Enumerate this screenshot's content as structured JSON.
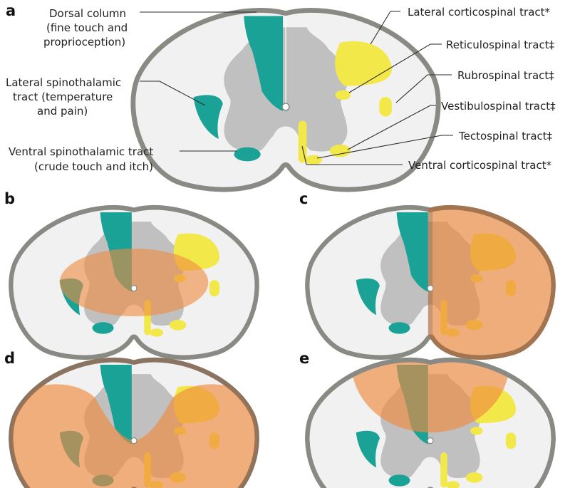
{
  "panels": [
    {
      "letter": "a"
    },
    {
      "letter": "b"
    },
    {
      "letter": "c"
    },
    {
      "letter": "d"
    },
    {
      "letter": "e"
    }
  ],
  "labels": {
    "dorsal_column": [
      "Dorsal column",
      "(fine touch and",
      "proprioception)"
    ],
    "lateral_spinothalamic": [
      "Lateral spinothalamic",
      "tract (temperature",
      "and pain)"
    ],
    "ventral_spinothalamic": [
      "Ventral spinothalamic tract",
      "(crude touch and itch)"
    ],
    "lateral_corticospinal": "Lateral corticospinal tract*",
    "reticulospinal": "Reticulospinal tract‡",
    "rubrospinal": "Rubrospinal tract‡",
    "vestibulospinal": "Vestibulospinal tract‡",
    "tectospinal": "Tectospinal tract‡",
    "ventral_corticospinal": "Ventral corticospinal tract*"
  },
  "colors": {
    "white_matter": "#f1f1f1",
    "gray_matter": "#c0c0c0",
    "outline": "#8a8a85",
    "sensory_tract": "#1aa297",
    "motor_tract": "#f3e84a",
    "lesion": "#ef8a3f"
  }
}
